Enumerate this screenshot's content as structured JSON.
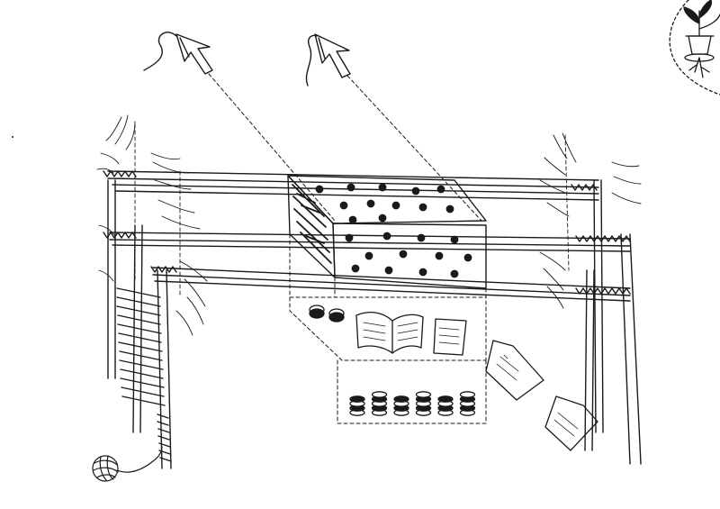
{
  "illustration": {
    "components": {
      "cursors": [
        "arrow-cursor-icon",
        "arrow-cursor-icon"
      ],
      "plant": "potted-plant-icon",
      "frame": "loom-frame",
      "cloth": "patterned-fabric",
      "shelf_items": [
        "spools-icon",
        "open-book-icon",
        "note-page-icon"
      ],
      "coins": "coin-stack-icon",
      "loose_pages": [
        "paper-sheet-icon",
        "paper-sheet-icon"
      ],
      "yarn": "yarn-ball-icon"
    },
    "counts": {
      "coin_stacks": 6,
      "fabric_motifs": 24
    },
    "colors": {
      "ink": "#1a1a1a",
      "paper": "#ffffff"
    }
  }
}
